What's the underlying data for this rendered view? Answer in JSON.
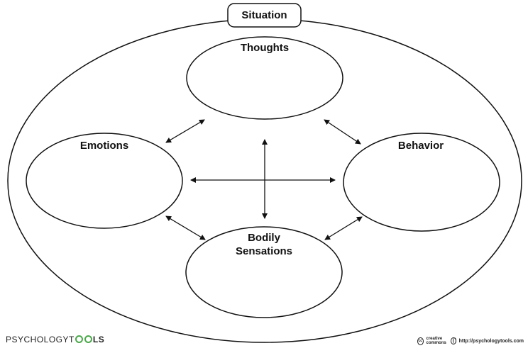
{
  "diagram": {
    "situation": "Situation",
    "thoughts": "Thoughts",
    "emotions": "Emotions",
    "behavior": "Behavior",
    "bodily_line1": "Bodily",
    "bodily_line2": "Sensations"
  },
  "footer": {
    "brand_left": "PSYCHOLOGYT",
    "brand_right": "LS",
    "cc_logo": "cc",
    "cc_line1": "creative",
    "cc_line2": "commons",
    "url": "http://psychologytools.com"
  },
  "icons": [
    "creative-commons-icon",
    "globe-icon",
    "tools-o-icon"
  ]
}
